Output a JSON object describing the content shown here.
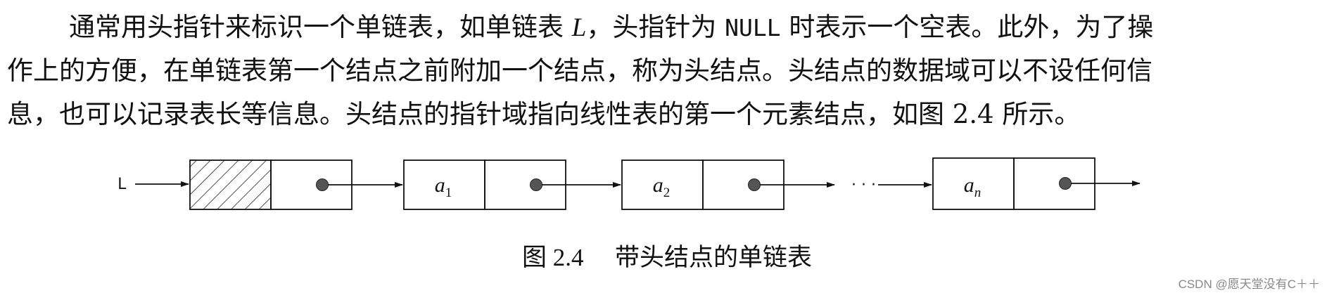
{
  "paragraph": {
    "line1": {
      "a": "通常用头指针来标识一个单链表，如单链表 ",
      "list_name": "L",
      "b": "，头指针为 ",
      "null_keyword": "NULL",
      "c": " 时表示一个空表。此外，为了操"
    },
    "line2": {
      "a": "作上的方便，在单链表第一个结点之前附加一个结点，称为",
      "term": "头结点",
      "b": "。头结点的数据域可以不设任何信"
    },
    "line3": "息，也可以记录表长等信息。头结点的指针域指向线性表的第一个元素结点，如图 2.4 所示。"
  },
  "diagram": {
    "head_pointer_label": "L",
    "nodes": [
      {
        "data_text": "",
        "data_sub": "",
        "hatched": true
      },
      {
        "data_text": "a",
        "data_sub": "1",
        "hatched": false
      },
      {
        "data_text": "a",
        "data_sub": "2",
        "hatched": false
      },
      {
        "data_text": "a",
        "data_sub": "n",
        "hatched": false
      }
    ],
    "ellipsis": "· · ·"
  },
  "caption": {
    "figure_number": "图 2.4",
    "title": "带头结点的单链表"
  },
  "watermark": "CSDN @愿天堂没有C＋＋"
}
